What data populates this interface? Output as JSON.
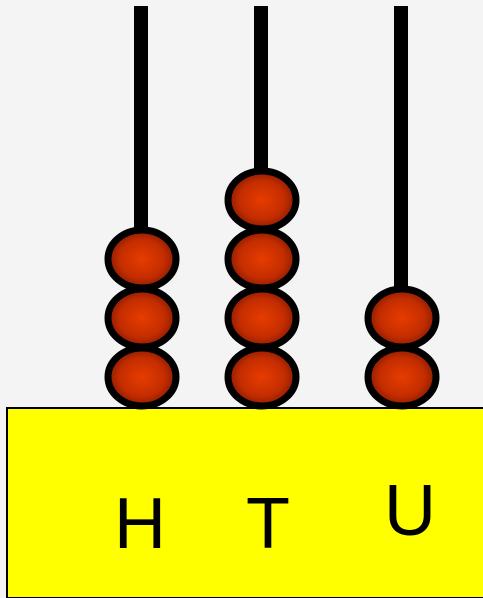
{
  "colors": {
    "background": "#f4f4f4",
    "base": "#ffff00",
    "rod": "#000000",
    "bead_center": "#e23a00",
    "bead_edge": "#8a1a00",
    "bead_outline": "#000000"
  },
  "abacus": {
    "columns": [
      {
        "label": "H",
        "beads": 3
      },
      {
        "label": "T",
        "beads": 4
      },
      {
        "label": "U",
        "beads": 2
      }
    ]
  }
}
